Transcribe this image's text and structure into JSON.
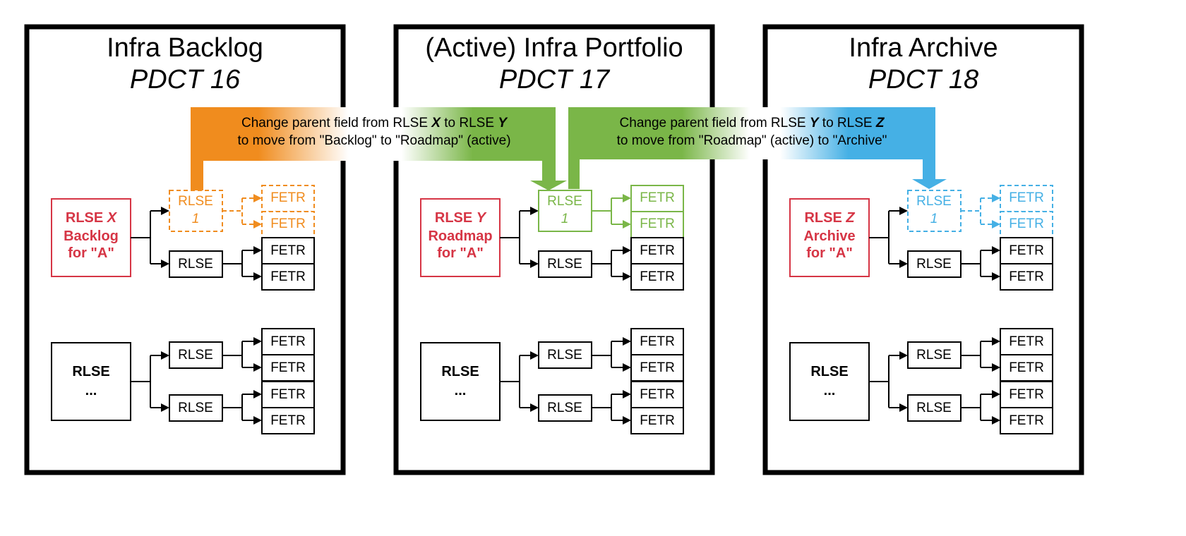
{
  "panels": [
    {
      "title": "Infra Backlog",
      "subtitle": "PDCT 16",
      "parent": {
        "prefix": "RLSE",
        "letter": "X",
        "line2": "Backlog",
        "line3": "for \"A\""
      },
      "generic": {
        "line1": "RLSE",
        "line2": "..."
      }
    },
    {
      "title": "(Active) Infra Portfolio",
      "subtitle": "PDCT 17",
      "parent": {
        "prefix": "RLSE",
        "letter": "Y",
        "line2": "Roadmap",
        "line3": "for \"A\""
      },
      "generic": {
        "line1": "RLSE",
        "line2": "..."
      }
    },
    {
      "title": "Infra Archive",
      "subtitle": "PDCT 18",
      "parent": {
        "prefix": "RLSE",
        "letter": "Z",
        "line2": "Archive",
        "line3": "for \"A\""
      },
      "generic": {
        "line1": "RLSE",
        "line2": "..."
      }
    }
  ],
  "labels": {
    "rlse": "RLSE",
    "fetr": "FETR",
    "one": "1"
  },
  "arrows": [
    {
      "line1_prefix": "Change parent field from RLSE ",
      "from": "X",
      "line1_mid": " to RLSE ",
      "to": "Y",
      "line2": "to move from \"Backlog\" to \"Roadmap\" (active)"
    },
    {
      "line1_prefix": "Change parent field from RLSE ",
      "from": "Y",
      "line1_mid": " to RLSE ",
      "to": "Z",
      "line2": "to move from \"Roadmap\" (active) to \"Archive\""
    }
  ],
  "colors": {
    "orange": "#f08c1e",
    "green": "#7ab648",
    "blue": "#45b0e5",
    "red": "#d63545",
    "black": "#000000"
  }
}
